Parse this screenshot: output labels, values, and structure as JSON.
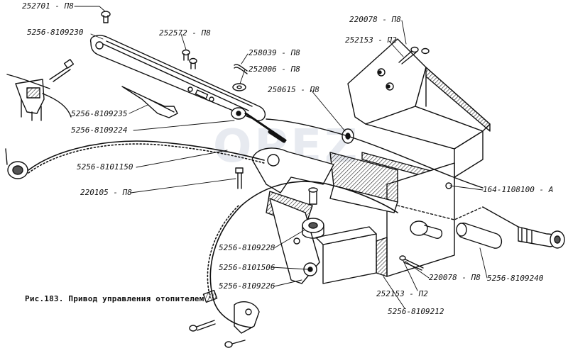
{
  "caption": "Рис.183. Привод управления отопителем",
  "watermark": "OPEZ",
  "colors": {
    "ink": "#111111",
    "shade": "#555555",
    "paper": "#ffffff"
  },
  "labels": {
    "p252701": "252701 - П8",
    "p5256_8109230": "5256-8109230",
    "p252572": "252572 - П8",
    "p258039": "258039 - П8",
    "p252006": "252006 - П8",
    "p250615": "250615 - П8",
    "p220078_top": "220078 - П8",
    "p252153_top": "252153 - П2",
    "p5256_8109235": "5256-8109235",
    "p5256_8109224": "5256-8109224",
    "p5256_8101150": "5256-8101150",
    "p220105": "220105 - П8",
    "p164_1108100": "164-1108100 - А",
    "p5256_8109228": "5256-8109228",
    "p5256_8101506": "5256-8101506",
    "p5256_8109226": "5256-8109226",
    "p220078_bottom": "220078 - П8",
    "p252153_bottom": "252153 - П2",
    "p5256_8109240": "5256-8109240",
    "p5256_8109212": "5256-8109212"
  }
}
